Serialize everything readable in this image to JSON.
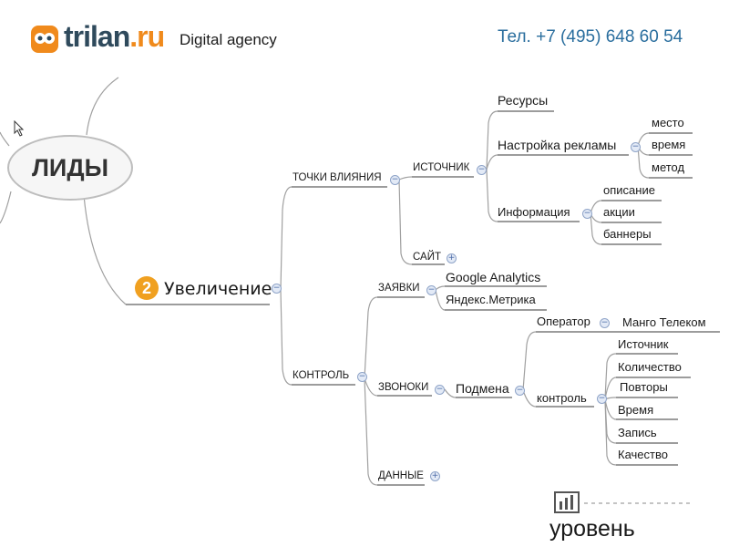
{
  "header": {
    "logo": {
      "name": "trilan",
      "suffix": ".ru"
    },
    "tagline": "Digital agency",
    "phone": "Тел. +7 (495) 648 60 54"
  },
  "central_topic": "ЛИДЫ",
  "branch": {
    "number": "2",
    "label": "Увеличение"
  },
  "nodes": {
    "tochki_vliyaniya": "ТОЧКИ ВЛИЯНИЯ",
    "istochnik": "ИСТОЧНИК",
    "resursy": "Ресурсы",
    "nastroyka_reklamy": "Настройка рекламы",
    "mesto": "место",
    "vremya_ad": "время",
    "metod": "метод",
    "informatsiya": "Информация",
    "opisanie": "описание",
    "aktsii": "акции",
    "bannery": "баннеры",
    "sayt": "САЙТ",
    "kontrol_caps": "КОНТРОЛЬ",
    "zayavki": "ЗАЯВКИ",
    "google_analytics": "Google Analytics",
    "yandex_metrika": "Яндекс.Метрика",
    "zvonki": "ЗВОНОКИ",
    "podmena": "Подмена",
    "operator": "Оператор",
    "mango": "Манго Телеком",
    "kontrol": "контроль",
    "istochnik_call": "Источник",
    "kolichestvo": "Количество",
    "povtory": "Повторы",
    "vremya_call": "Время",
    "zapis": "Запись",
    "kachestvo": "Качество",
    "dannye": "ДАННЫЕ"
  },
  "footer": {
    "level": "уровень"
  },
  "colors": {
    "accent": "#f08a1c",
    "logo_text": "#2f4a5c",
    "phone": "#2a6e9e",
    "connector": "#9e9e9e",
    "underline": "#606060"
  }
}
